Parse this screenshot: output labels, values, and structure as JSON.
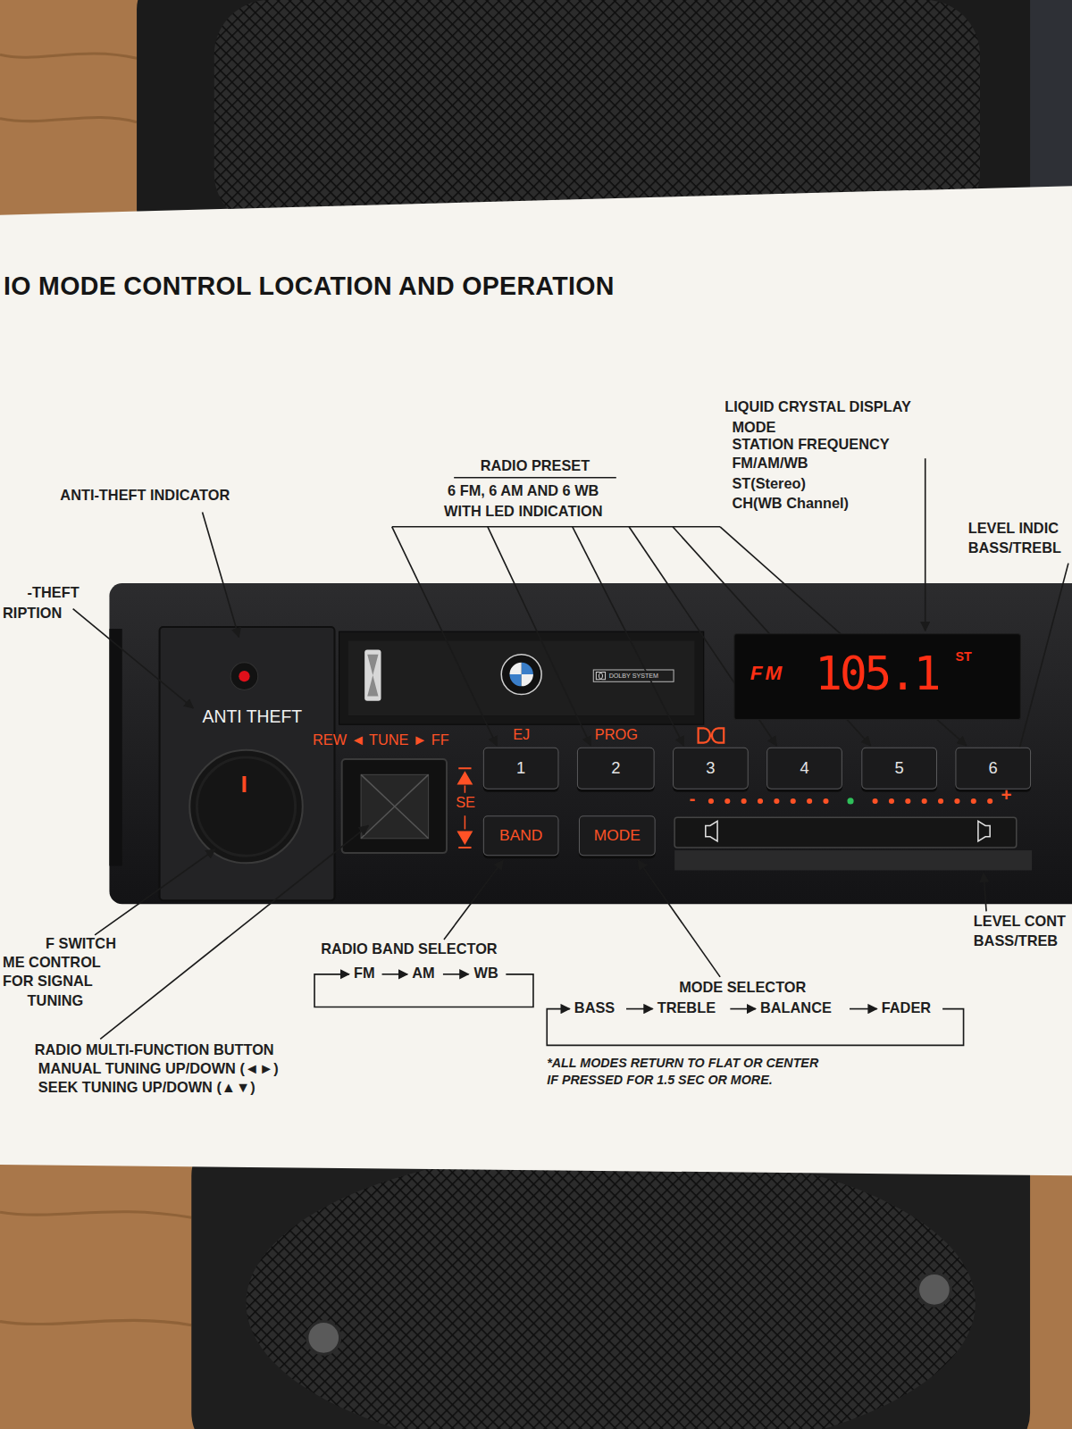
{
  "diagram": {
    "title": "IO MODE CONTROL LOCATION AND OPERATION",
    "nodes": [
      {
        "text": [
          "FM",
          "105.1",
          "ST"
        ]
      },
      {
        "text": [
          "1"
        ]
      },
      {
        "text": [
          "2"
        ]
      },
      {
        "text": [
          "3"
        ]
      },
      {
        "text": [
          "4"
        ]
      },
      {
        "text": [
          "5"
        ]
      },
      {
        "text": [
          "6"
        ]
      },
      {
        "text": [
          "BAND"
        ]
      },
      {
        "text": [
          "MODE"
        ]
      }
    ],
    "labels": [
      "LIQUID CRYSTAL DISPLAY",
      "MODE",
      "STATION FREQUENCY",
      "FM/AM/WB",
      "ST(Stereo)",
      "CH(WB Channel)",
      "RADIO PRESET",
      "6 FM, 6 AM AND 6 WB",
      "WITH LED INDICATION",
      "ANTI-THEFT INDICATOR",
      "-THEFT",
      "RIPTION",
      "LEVEL INDIC",
      "BASS/TREBL",
      "ANTI THEFT",
      "I",
      "REW ◄ TUNE ► FF",
      "EJ",
      "PROG",
      "SE",
      "DOLBY SYSTEM",
      "-",
      "+",
      "LEVEL CONT",
      "BASS/TREB",
      "F SWITCH",
      "ME CONTROL",
      "FOR SIGNAL",
      "TUNING",
      "RADIO BAND SELECTOR",
      "FM",
      "AM",
      "WB",
      "MODE SELECTOR",
      "BASS",
      "TREBLE",
      "BALANCE",
      "FADER",
      "RADIO MULTI-FUNCTION BUTTON",
      "MANUAL TUNING UP/DOWN (◄►)",
      "SEEK TUNING UP/DOWN (▲▼)",
      "*ALL MODES RETURN TO FLAT OR CENTER",
      "IF PRESSED FOR 1.5 SEC OR MORE."
    ]
  }
}
